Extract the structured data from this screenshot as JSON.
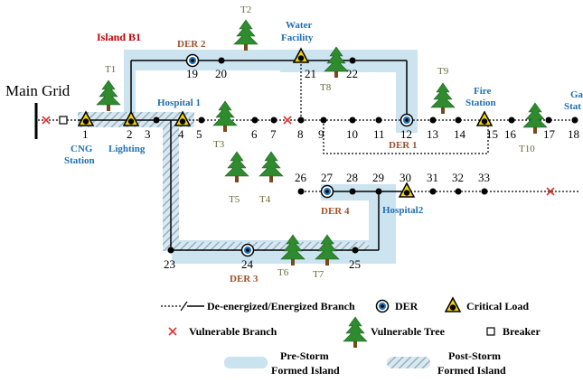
{
  "island_title": "Island B1",
  "main_grid_label": "Main Grid",
  "nodes": {
    "n1": "1",
    "n2": "2",
    "n3": "3",
    "n4": "4",
    "n5": "5",
    "n6": "6",
    "n7": "7",
    "n8": "8",
    "n9": "9",
    "n10": "10",
    "n11": "11",
    "n12": "12",
    "n13": "13",
    "n14": "14",
    "n15": "15",
    "n16": "16",
    "n17": "17",
    "n18": "18",
    "n19": "19",
    "n20": "20",
    "n21": "21",
    "n22": "22",
    "n23": "23",
    "n24": "24",
    "n25": "25",
    "n26": "26",
    "n27": "27",
    "n28": "28",
    "n29": "29",
    "n30": "30",
    "n31": "31",
    "n32": "32",
    "n33": "33"
  },
  "facilities": {
    "cng_line1": "CNG",
    "cng_line2": "Station",
    "lighting": "Lighting",
    "hospital1": "Hospital 1",
    "water_line1": "Water",
    "water_line2": "Facility",
    "fire_line1": "Fire",
    "fire_line2": "Station",
    "gas_line1": "Ga",
    "gas_line2": "Stat",
    "hospital2": "Hospital2"
  },
  "ders": {
    "der1": "DER 1",
    "der2": "DER 2",
    "der3": "DER 3",
    "der4": "DER 4"
  },
  "trees": {
    "t1": "T1",
    "t2": "T2",
    "t3": "T3",
    "t4": "T4",
    "t5": "T5",
    "t6": "T6",
    "t7": "T7",
    "t8": "T8",
    "t9": "T9",
    "t10": "T10"
  },
  "legend": {
    "branch": "De-energized/Energized Branch",
    "der": "DER",
    "critical_load": "Critical Load",
    "vulnerable_branch": "Vulnerable Branch",
    "vulnerable_tree": "Vulnerable Tree",
    "breaker": "Breaker",
    "pre_storm_line1": "Pre-Storm",
    "pre_storm_line2": "Formed Island",
    "post_storm_line1": "Post-Storm",
    "post_storm_line2": "Formed Island"
  },
  "colors": {
    "pre_storm_island": "#c9e3ef",
    "post_storm_hatch": "#8fb2c6",
    "critical_load_fill": "#f3d400",
    "vulnerable_mark": "#e03030",
    "tree_green": "#2e8b2e",
    "der_blue": "#1f6fb3"
  }
}
